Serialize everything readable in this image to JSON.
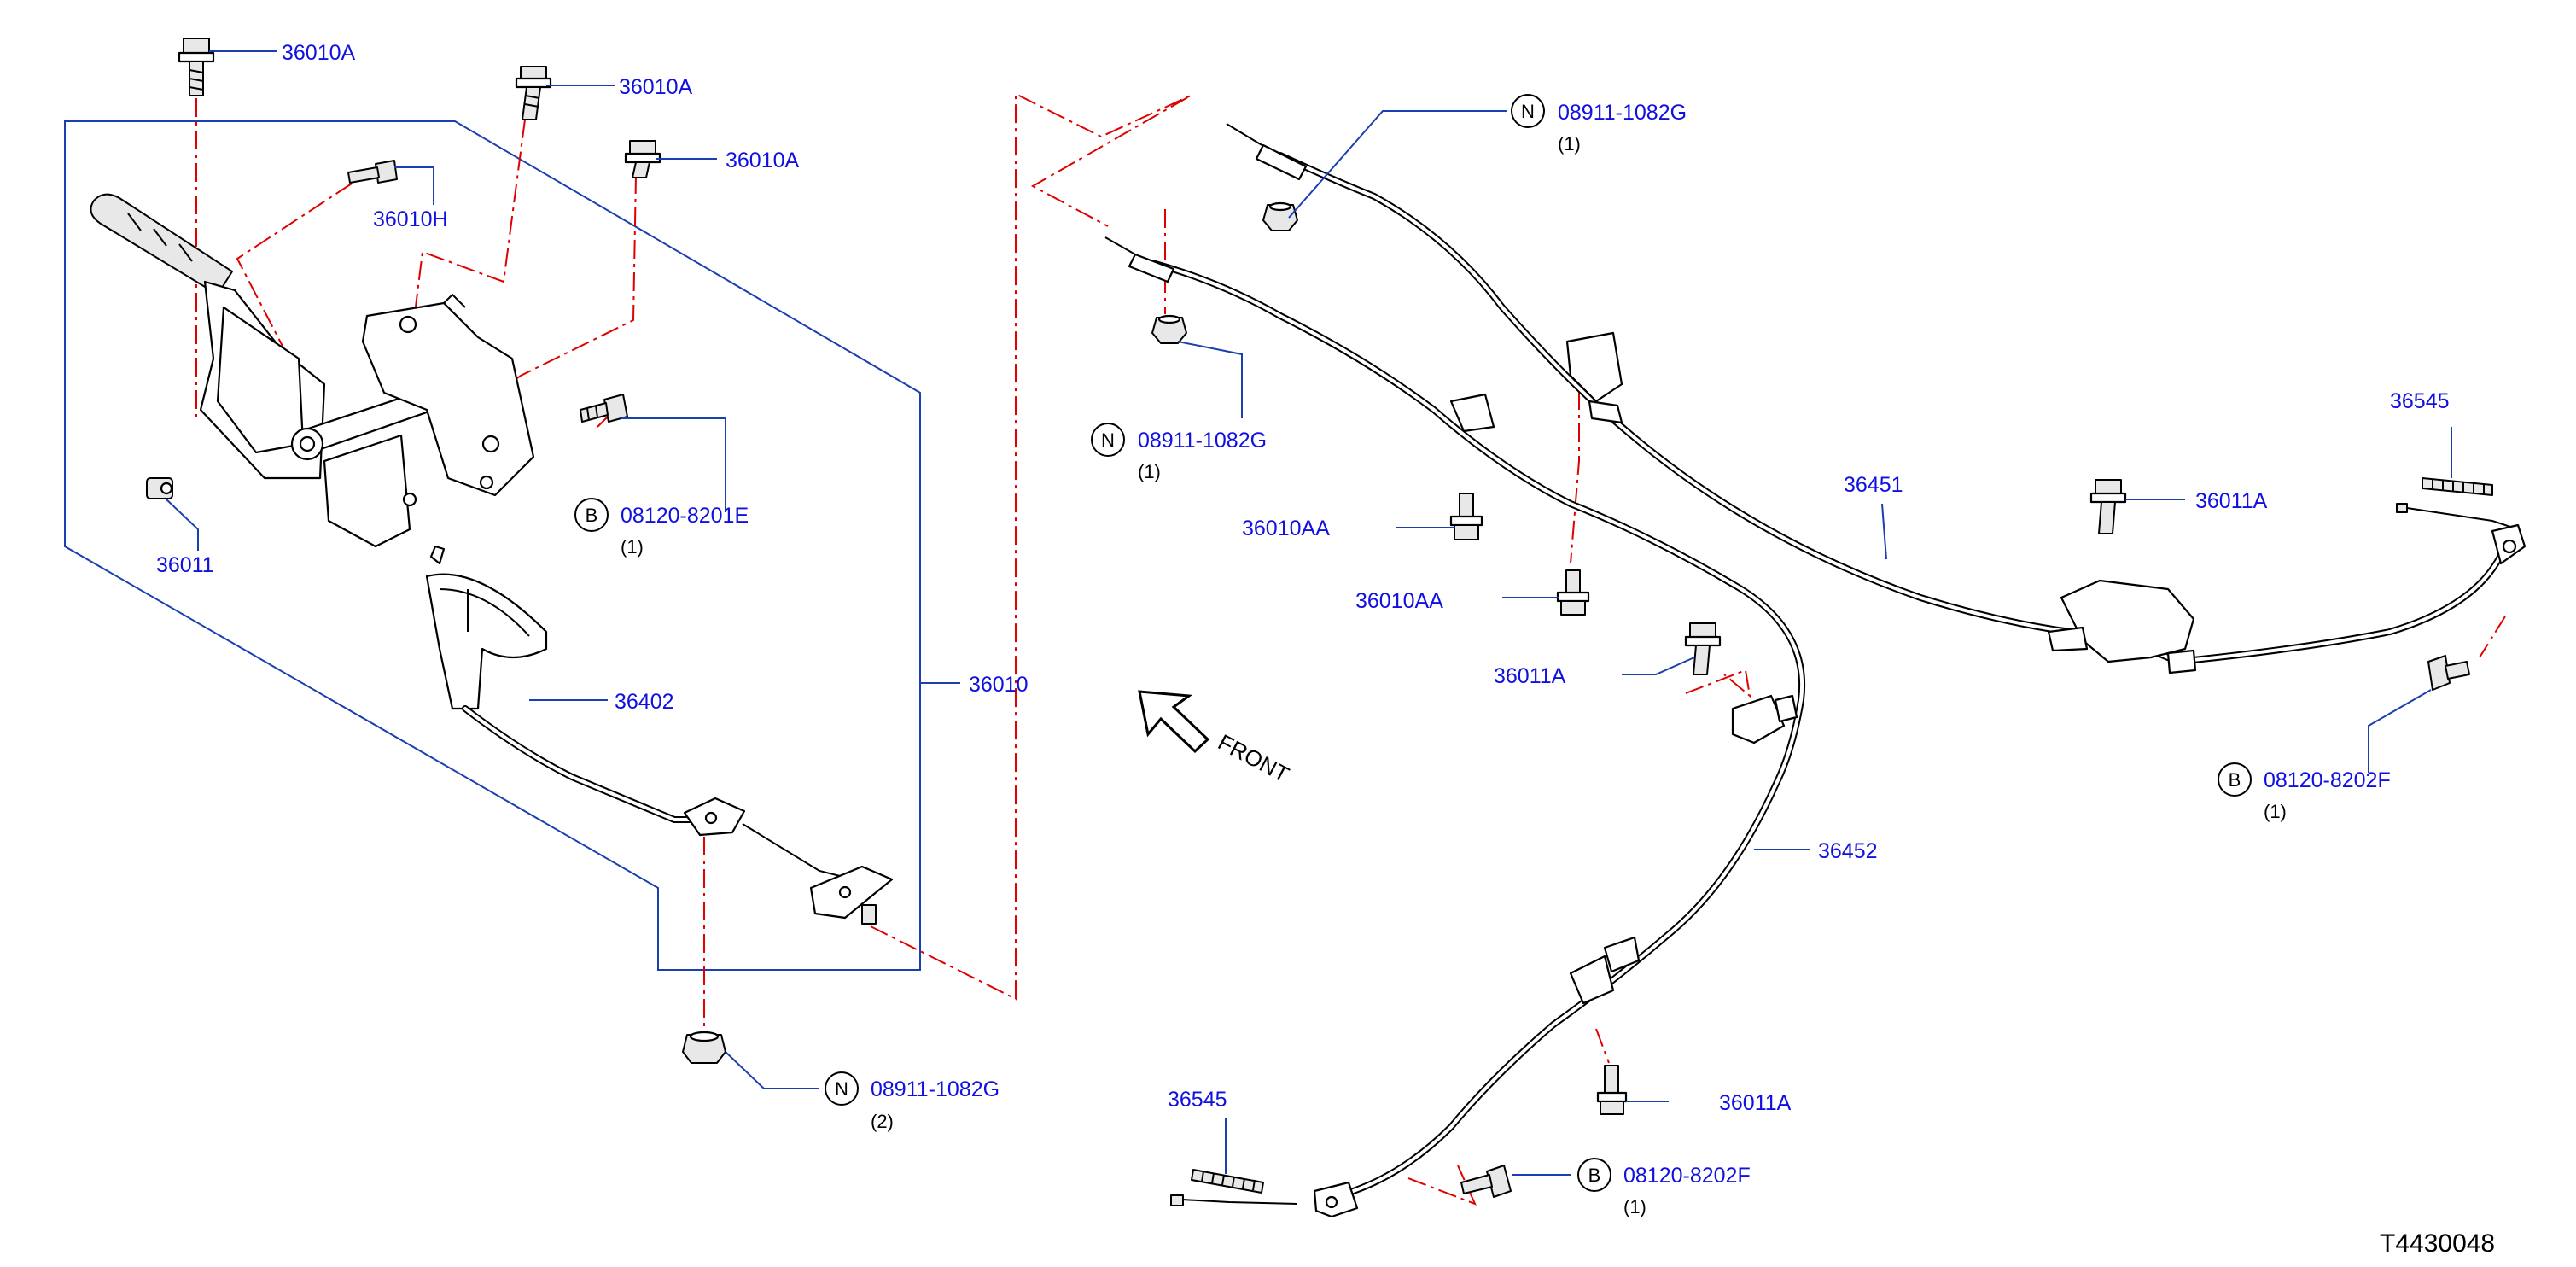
{
  "diagram": {
    "reference_code": "T4430048",
    "front_label": "FRONT",
    "callouts": {
      "c36010a_1": "36010A",
      "c36010a_2": "36010A",
      "c36010a_3": "36010A",
      "c36010h": "36010H",
      "c36011": "36011",
      "c08120_8201e": "08120-8201E",
      "c08120_8201e_qty": "(1)",
      "c08120_8201e_sym": "B",
      "c36402": "36402",
      "c36010": "36010",
      "c08911_bottom": "08911-1082G",
      "c08911_bottom_qty": "(2)",
      "c08911_bottom_sym": "N",
      "c08911_top": "08911-1082G",
      "c08911_top_qty": "(1)",
      "c08911_top_sym": "N",
      "c08911_mid": "08911-1082G",
      "c08911_mid_qty": "(1)",
      "c08911_mid_sym": "N",
      "c36010aa_1": "36010AA",
      "c36010aa_2": "36010AA",
      "c36011a_mid": "36011A",
      "c36011a_right": "36011A",
      "c36011a_bottom": "36011A",
      "c36545_right": "36545",
      "c36545_left": "36545",
      "c36451": "36451",
      "c36452": "36452",
      "c08120_8202f_right": "08120-8202F",
      "c08120_8202f_right_qty": "(1)",
      "c08120_8202f_right_sym": "B",
      "c08120_8202f_bottom": "08120-8202F",
      "c08120_8202f_bottom_qty": "(1)",
      "c08120_8202f_bottom_sym": "B"
    }
  }
}
